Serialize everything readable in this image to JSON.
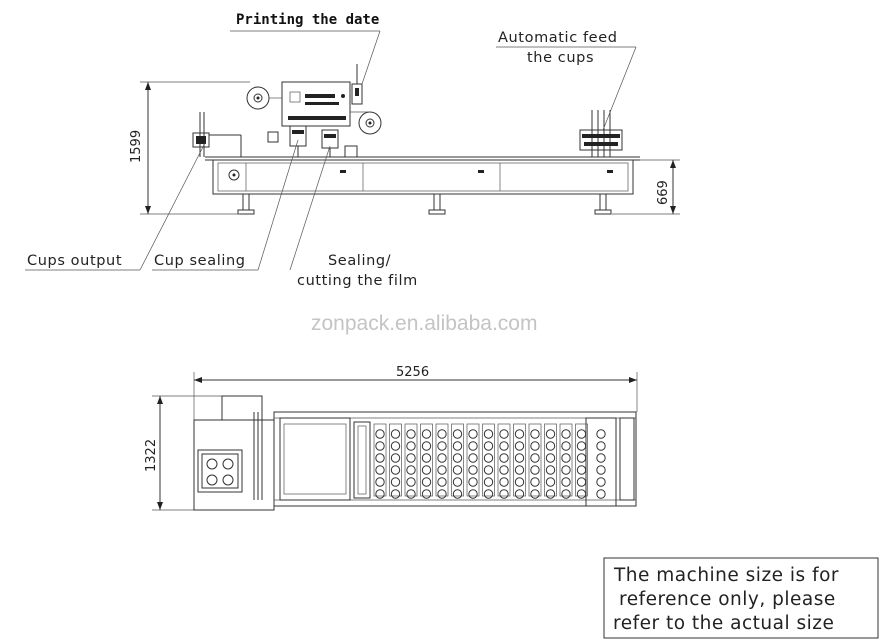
{
  "labels": {
    "printing_date": "Printing the date",
    "automatic_feed_line1": "Automatic feed",
    "automatic_feed_line2": "the cups",
    "cups_output": "Cups output",
    "cup_sealing": "Cup sealing",
    "sealing_line1": "Sealing/",
    "sealing_line2": "cutting the film"
  },
  "dimensions": {
    "side_height": "1599",
    "table_height": "669",
    "total_length": "5256",
    "total_width": "1322"
  },
  "watermark": "zonpack.en.alibaba.com",
  "note": {
    "line1": "The machine size is for",
    "line2": "reference only, please",
    "line3": "refer to the actual size"
  }
}
